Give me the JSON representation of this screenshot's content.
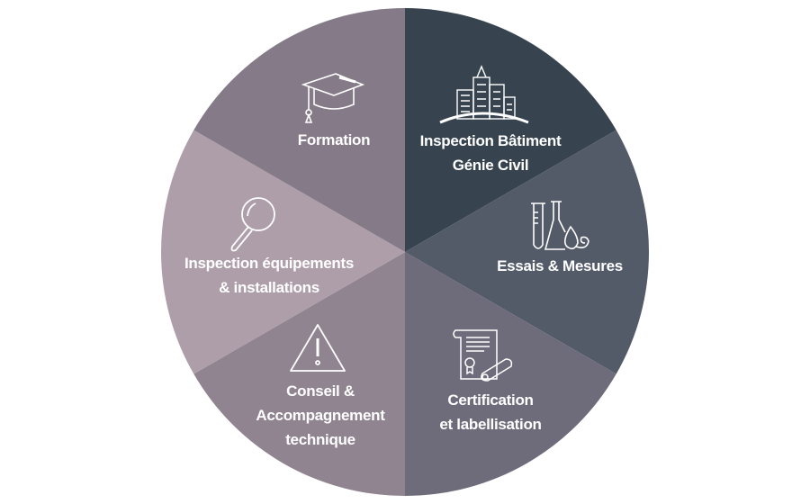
{
  "segments": [
    {
      "id": "inspection-batiment",
      "lines": [
        "Inspection Bâtiment",
        "Génie Civil"
      ],
      "color": "#37444f",
      "icon": "city-buildings-icon"
    },
    {
      "id": "essais-mesures",
      "lines": [
        "Essais & Mesures"
      ],
      "color": "#535a68",
      "icon": "lab-flasks-icon"
    },
    {
      "id": "certification",
      "lines": [
        "Certification",
        "et labellisation"
      ],
      "color": "#6e6b7b",
      "icon": "certificate-icon"
    },
    {
      "id": "conseil",
      "lines": [
        "Conseil &",
        "Accompagnement",
        "technique"
      ],
      "color": "#908490",
      "icon": "warning-triangle-icon"
    },
    {
      "id": "inspection-equipements",
      "lines": [
        "Inspection  équipements",
        "& installations"
      ],
      "color": "#ae9ea9",
      "icon": "magnifier-icon"
    },
    {
      "id": "formation",
      "lines": [
        "Formation"
      ],
      "color": "#857a87",
      "icon": "graduation-cap-icon"
    }
  ]
}
